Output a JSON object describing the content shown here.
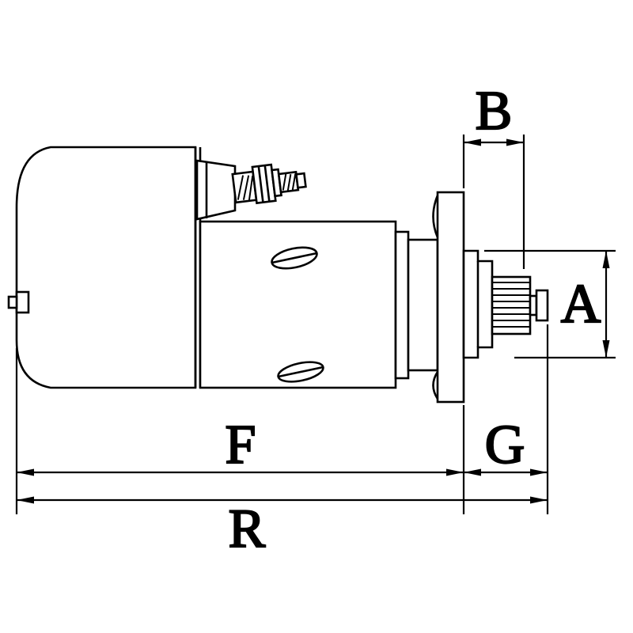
{
  "diagram": {
    "type": "technical-drawing",
    "colors": {
      "line": "#000000",
      "background": "#ffffff"
    },
    "dimensions": {
      "b": {
        "label": "B"
      },
      "a": {
        "label": "A"
      },
      "f": {
        "label": "F"
      },
      "g": {
        "label": "G"
      },
      "r": {
        "label": "R"
      }
    }
  }
}
